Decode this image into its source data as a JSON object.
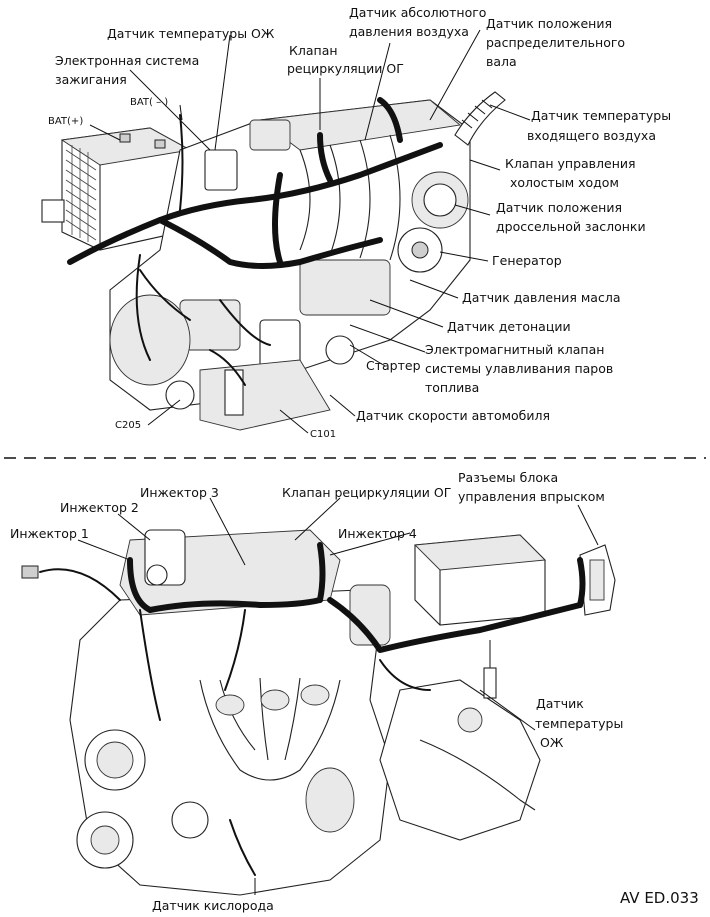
{
  "top": {
    "labels": {
      "coolant_temp": "Датчик температуры ОЖ",
      "map_sensor_1": "Датчик абсолютного",
      "map_sensor_2": "давления воздуха",
      "cam_sensor_1": "Датчик положения",
      "cam_sensor_2": "распределительного",
      "cam_sensor_3": "вала",
      "ignition_1": "Электронная  система",
      "ignition_2": "зажигания",
      "egr_valve_1": "Клапан",
      "egr_valve_2": "рециркуляции ОГ",
      "bat_minus": "BAT( – )",
      "bat_plus": "BAT(+)",
      "iat_sensor_1": "Датчик температуры",
      "iat_sensor_2": "входящего воздуха",
      "iac_valve_1": "Клапан управления",
      "iac_valve_2": "холостым ходом",
      "tps_1": "Датчик положения",
      "tps_2": "дроссельной заслонки",
      "generator": "Генератор",
      "oil_pressure": "Датчик давления масла",
      "knock_sensor": "Датчик детонации",
      "evap_1": "Электромагнитный клапан",
      "evap_2": "системы улавливания паров",
      "evap_3": "топлива",
      "starter": "Стартер",
      "vss": "Датчик скорости автомобиля",
      "c205": "C205",
      "c101": "C101"
    }
  },
  "bottom": {
    "labels": {
      "injector_1": "Инжектор 1",
      "injector_2": "Инжектор 2",
      "injector_3": "Инжектор 3",
      "injector_4": "Инжектор 4",
      "egr_valve": "Клапан рециркуляции ОГ",
      "ecu_conn_1": "Разъемы блока",
      "ecu_conn_2": "управления впрыском",
      "coolant_1": "Датчик",
      "coolant_2": "температуры",
      "coolant_3": "ОЖ",
      "oxygen": "Датчик кислорода"
    }
  },
  "figure_code": "AV ED.033"
}
